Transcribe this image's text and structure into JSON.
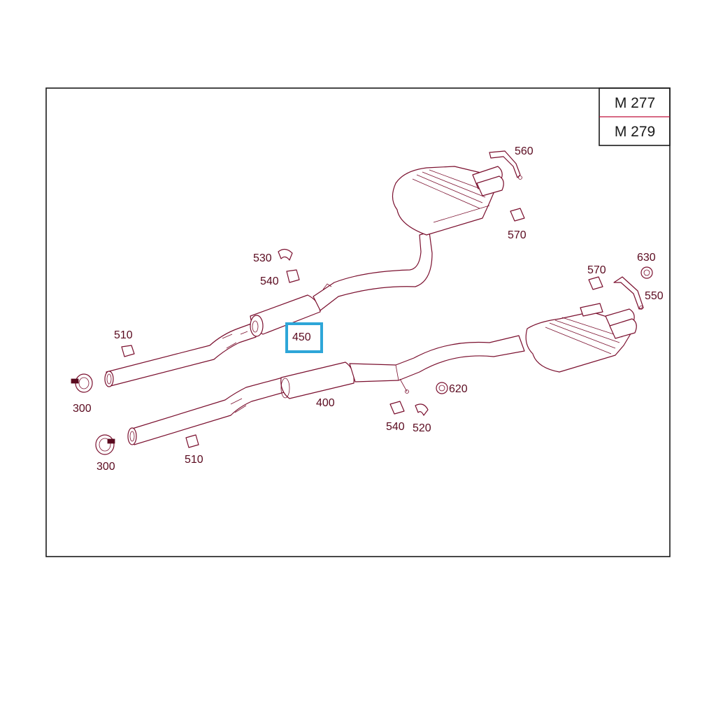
{
  "engines": [
    "M 277",
    "M 279"
  ],
  "callouts": [
    {
      "id": "560",
      "text": "560"
    },
    {
      "id": "570a",
      "text": "570"
    },
    {
      "id": "570b",
      "text": "570"
    },
    {
      "id": "630",
      "text": "630"
    },
    {
      "id": "550",
      "text": "550"
    },
    {
      "id": "530",
      "text": "530"
    },
    {
      "id": "540a",
      "text": "540"
    },
    {
      "id": "510a",
      "text": "510"
    },
    {
      "id": "450",
      "text": "450"
    },
    {
      "id": "300a",
      "text": "300"
    },
    {
      "id": "400",
      "text": "400"
    },
    {
      "id": "620",
      "text": "620"
    },
    {
      "id": "540b",
      "text": "540"
    },
    {
      "id": "520",
      "text": "520"
    },
    {
      "id": "300b",
      "text": "300"
    },
    {
      "id": "510b",
      "text": "510"
    }
  ],
  "highlight": "450",
  "colors": {
    "line": "#7a0f2e",
    "highlight": "#2ea6d8",
    "frame": "#1a1a1a"
  }
}
